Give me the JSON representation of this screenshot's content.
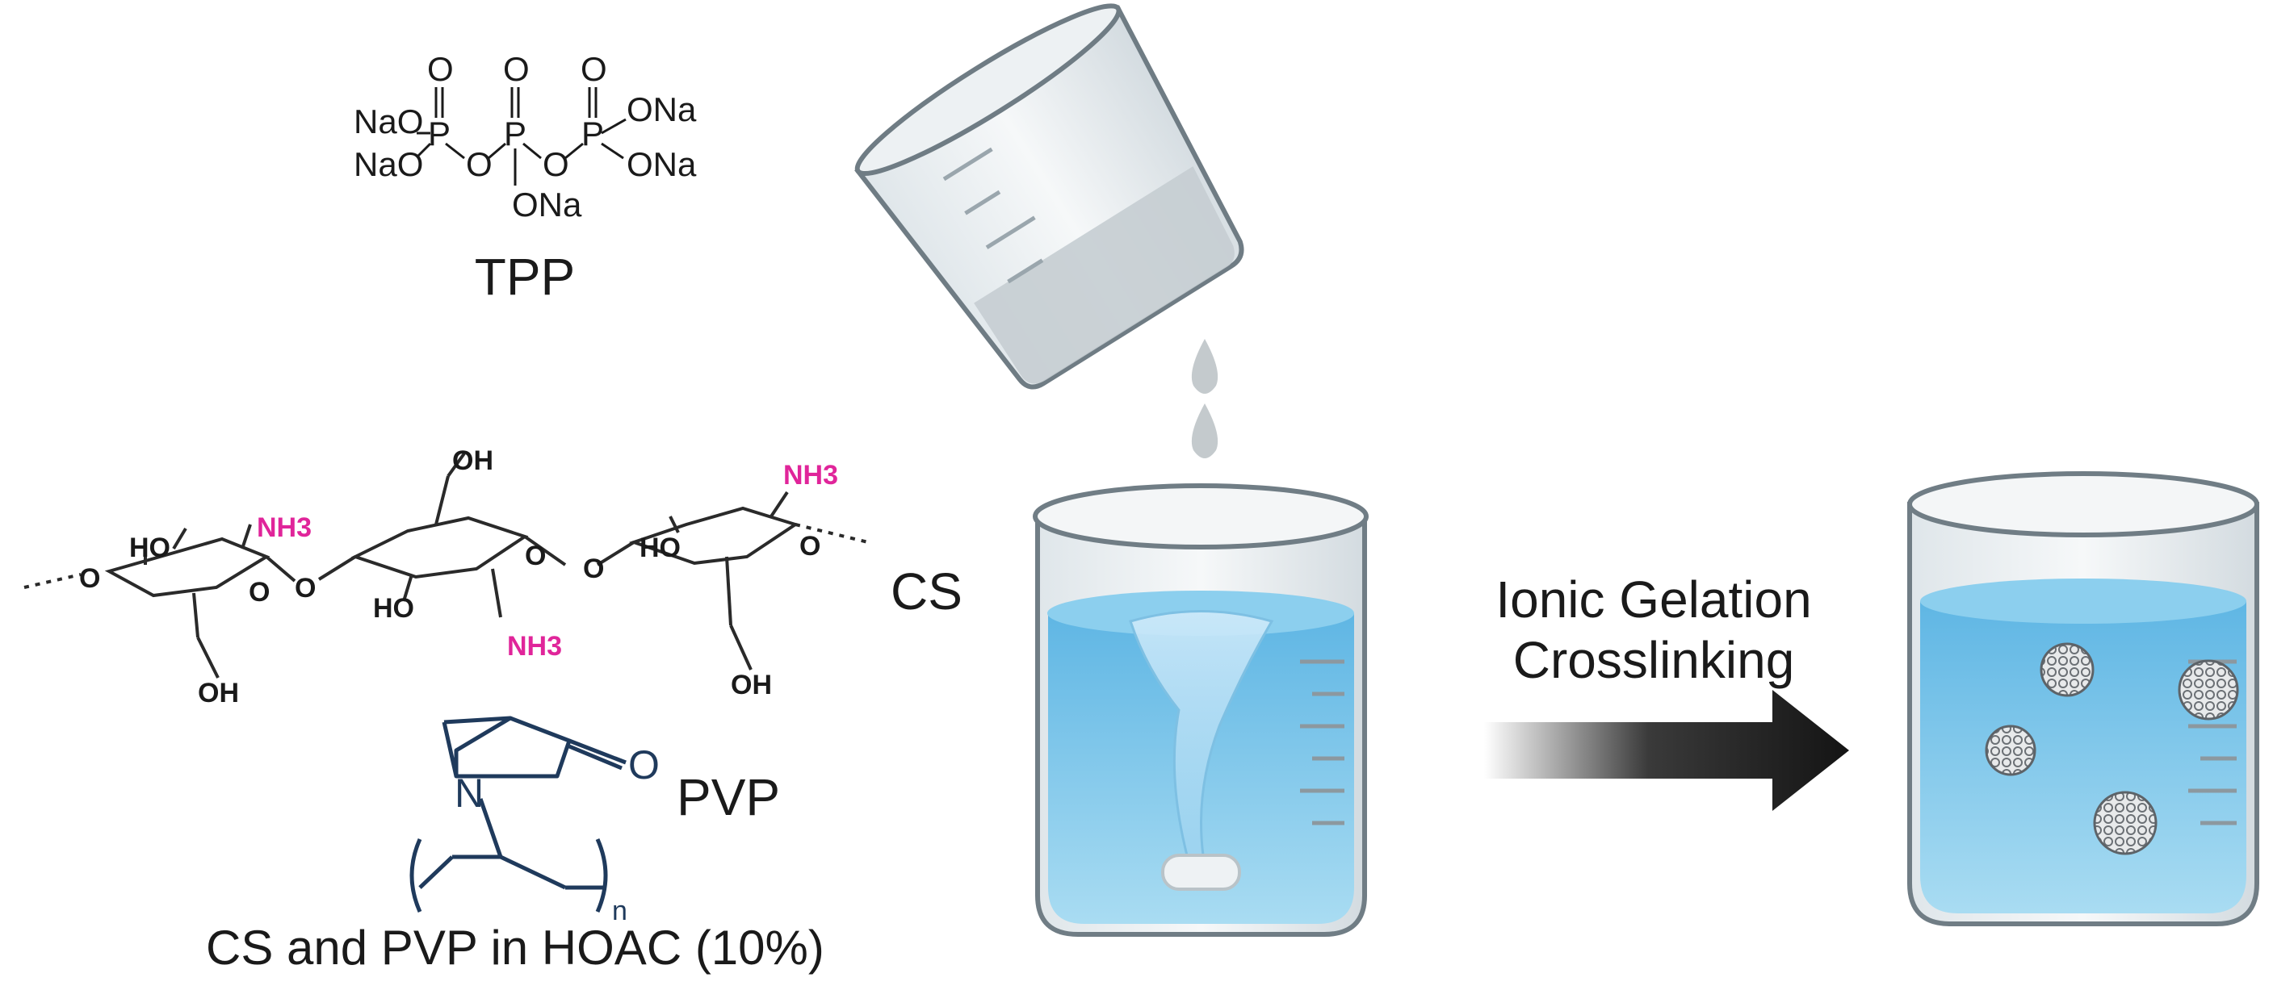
{
  "tpp": {
    "label": "TPP",
    "atoms": {
      "nao1": "NaO",
      "nao2": "NaO",
      "ona1": "ONa",
      "ona2": "ONa",
      "ona3": "ONa",
      "p1": "P",
      "p2": "P",
      "p3": "P",
      "o_top1": "O",
      "o_top2": "O",
      "o_top3": "O",
      "o_br1": "O",
      "o_br2": "O"
    }
  },
  "cs": {
    "label": "CS",
    "groups": {
      "oh_top": "OH",
      "ho_left": "HO",
      "ho_mid": "HO",
      "ho_right": "HO",
      "oh_bl": "OH",
      "oh_br": "OH",
      "nh3_1": "NH3",
      "nh3_2": "NH3",
      "nh3_3": "NH3",
      "ring_o": "O",
      "link_o": "O"
    }
  },
  "pvp": {
    "label": "PVP",
    "n_atom": "N",
    "o_atom": "O",
    "subscript": "n"
  },
  "caption": "CS and PVP in HOAC (10%)",
  "arrow": {
    "line1": "Ionic Gelation",
    "line2": "Crosslinking"
  },
  "colors": {
    "accent_pink": "#e0259a",
    "water_blue": "#7ec6ea",
    "arrow_dark": "#1b1b1b"
  }
}
